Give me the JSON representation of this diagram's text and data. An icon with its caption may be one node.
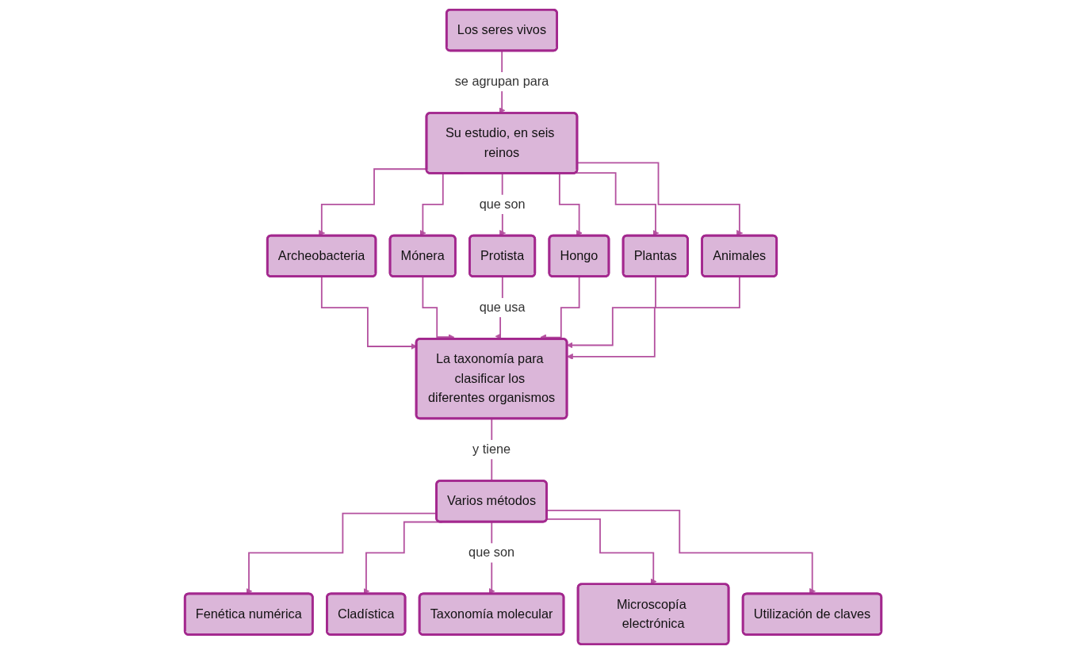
{
  "diagram": {
    "nodes": [
      {
        "text": [
          "Los seres vivos"
        ]
      },
      {
        "text": [
          "Su estudio, en seis reinos"
        ]
      },
      {
        "text": [
          "Archeobacteria"
        ]
      },
      {
        "text": [
          "Mónera"
        ]
      },
      {
        "text": [
          "Protista"
        ]
      },
      {
        "text": [
          "Hongo"
        ]
      },
      {
        "text": [
          "Plantas"
        ]
      },
      {
        "text": [
          "Animales"
        ]
      },
      {
        "text": [
          "La taxonomía para clasificar los diferentes organismos"
        ]
      },
      {
        "text": [
          "Varios métodos"
        ]
      },
      {
        "text": [
          "Fenética numérica"
        ]
      },
      {
        "text": [
          "Cladística"
        ]
      },
      {
        "text": [
          "Taxonomía molecular"
        ]
      },
      {
        "text": [
          "Microscopía electrónica"
        ]
      },
      {
        "text": [
          "Utilización de claves"
        ]
      }
    ],
    "edges": [
      {
        "from": 0,
        "to": 1,
        "arrow": "to",
        "label": "se agrupan para"
      },
      {
        "from": 1,
        "to": 2,
        "arrow": "to"
      },
      {
        "from": 1,
        "to": 3,
        "arrow": "to"
      },
      {
        "from": 1,
        "to": 4,
        "arrow": "to",
        "label": "que son"
      },
      {
        "from": 1,
        "to": 5,
        "arrow": "to"
      },
      {
        "from": 1,
        "to": 6,
        "arrow": "to"
      },
      {
        "from": 1,
        "to": 7,
        "arrow": "to"
      },
      {
        "from": 2,
        "to": 8,
        "arrow": "to"
      },
      {
        "from": 3,
        "to": 8,
        "arrow": "to"
      },
      {
        "from": 4,
        "to": 8,
        "arrow": "to",
        "label": "que usa"
      },
      {
        "from": 5,
        "to": 8,
        "arrow": "to"
      },
      {
        "from": 6,
        "to": 8,
        "arrow": "to"
      },
      {
        "from": 7,
        "to": 8,
        "arrow": "to"
      },
      {
        "from": 8,
        "to": 9,
        "arrow": "none",
        "label": "y tiene"
      },
      {
        "from": 9,
        "to": 10,
        "arrow": "to"
      },
      {
        "from": 9,
        "to": 11,
        "arrow": "to"
      },
      {
        "from": 9,
        "to": 12,
        "arrow": "to",
        "label": "que son"
      },
      {
        "from": 9,
        "to": 13,
        "arrow": "to"
      },
      {
        "from": 9,
        "to": 14,
        "arrow": "to"
      }
    ]
  }
}
